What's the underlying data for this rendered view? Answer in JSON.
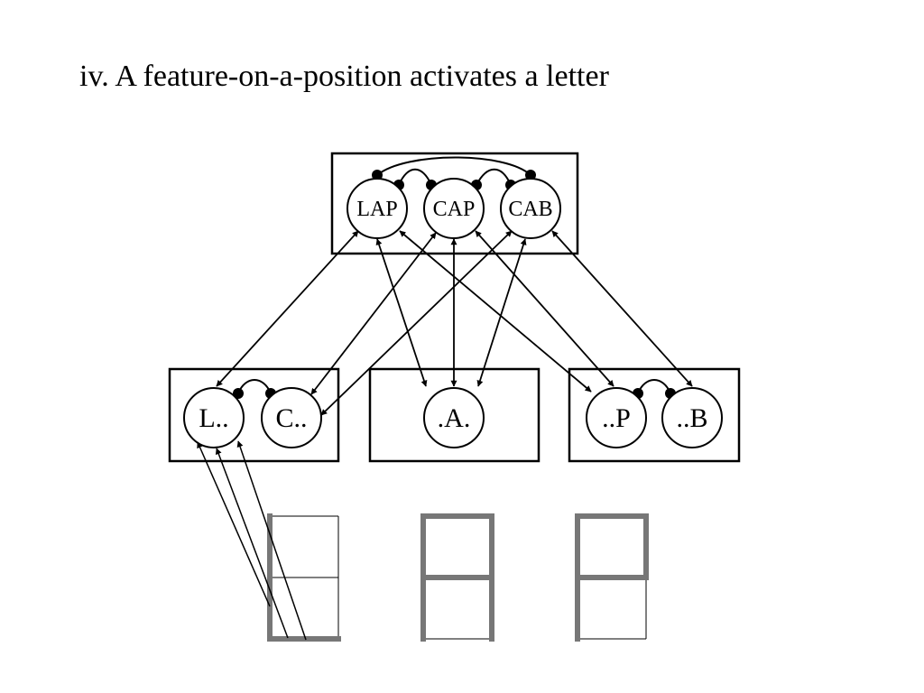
{
  "slide": {
    "title": "iv. A feature-on-a-position activates a letter"
  },
  "word_layer": {
    "nodes": [
      "LAP",
      "CAP",
      "CAB"
    ]
  },
  "letter_layer": {
    "position_1": [
      "L..",
      "C.."
    ],
    "position_2": [
      ".A."
    ],
    "position_3": [
      "..P",
      "..B"
    ]
  },
  "feature_grids": {
    "highlight_color": "#777777",
    "items": [
      {
        "letter": "L",
        "highlighted_segments": [
          "upper-left",
          "lower-left",
          "bottom"
        ]
      },
      {
        "letter": "A",
        "highlighted_segments": [
          "top",
          "upper-left",
          "upper-right",
          "middle",
          "lower-left",
          "lower-right"
        ]
      },
      {
        "letter": "P",
        "highlighted_segments": [
          "top",
          "upper-left",
          "upper-right",
          "middle",
          "lower-left"
        ]
      }
    ]
  }
}
